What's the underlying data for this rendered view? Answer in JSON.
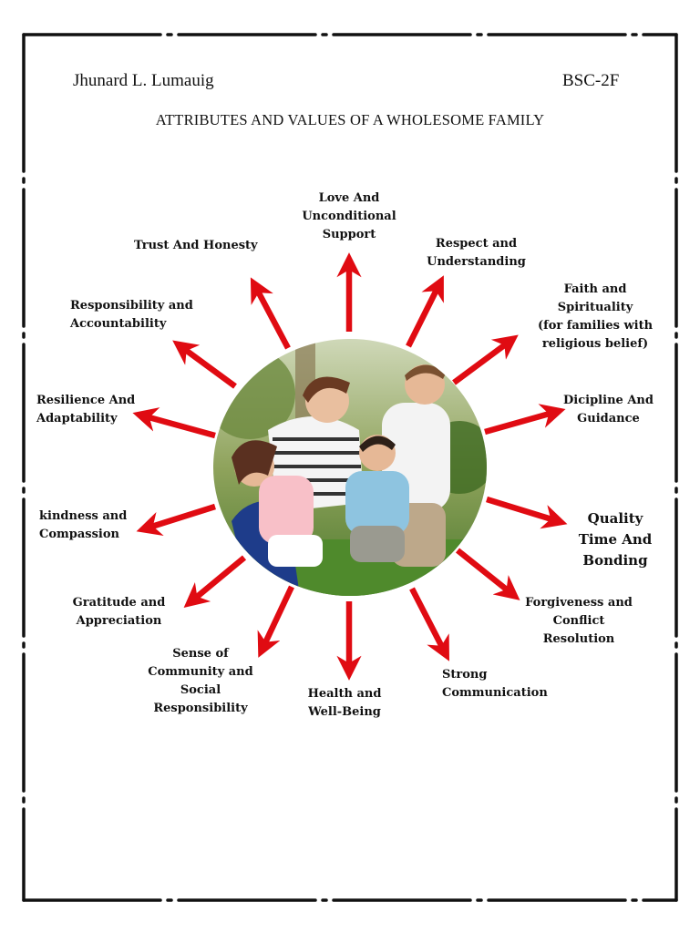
{
  "header": {
    "author": "Jhunard L. Lumauig",
    "section": "BSC-2F",
    "title": "ATTRIBUTES AND VALUES OF A WHOLESOME FAMILY"
  },
  "photo": {
    "icon": "family-photo"
  },
  "colors": {
    "arrow": "#e00b12",
    "border": "#111111"
  },
  "attributes": [
    "Love And\nUnconditional\nSupport",
    "Respect and\nUnderstanding",
    "Faith and\nSpirituality\n(for families with\nreligious belief)",
    "Dicipline And\nGuidance",
    "Quality\nTime And\nBonding",
    "Forgiveness and\nConflict\nResolution",
    "Strong\nCommunication",
    "Health and\nWell-Being",
    "Sense of\nCommunity and\nSocial\nResponsibility",
    "Gratitude and\nAppreciation",
    "kindness and\nCompassion",
    "Resilience And\nAdaptability",
    "Responsibility and\nAccountability",
    "Trust And Honesty"
  ]
}
